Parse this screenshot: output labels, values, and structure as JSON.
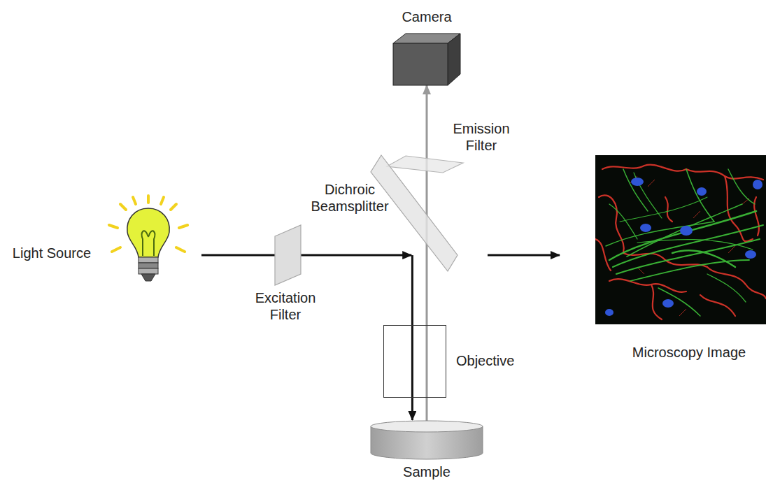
{
  "diagram": {
    "nodes": [
      {
        "text": [
          "Camera"
        ]
      },
      {
        "text": [
          "Emission Filter"
        ]
      },
      {
        "text": [
          "Dichroic Beamsplitter"
        ]
      },
      {
        "text": [
          "Light Source"
        ]
      },
      {
        "text": [
          "Excitation Filter"
        ]
      },
      {
        "text": [
          "Objective"
        ]
      },
      {
        "text": [
          "Microscopy Image"
        ]
      },
      {
        "text": [
          "Sample"
        ]
      }
    ],
    "edges": [
      {
        "from": 3,
        "to": 4,
        "arrow": "none"
      },
      {
        "from": 4,
        "to": 2,
        "arrow": "to"
      },
      {
        "from": 2,
        "to": 7,
        "arrow": "to"
      },
      {
        "from": 7,
        "to": 0,
        "arrow": "to"
      },
      {
        "from": 2,
        "to": 6,
        "arrow": "to"
      }
    ]
  }
}
